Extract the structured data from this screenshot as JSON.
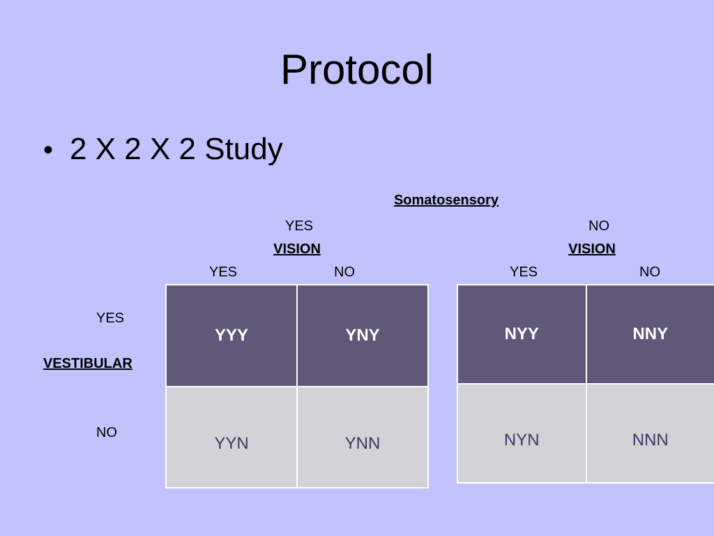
{
  "slide": {
    "title": "Protocol",
    "bullet": "2 X 2 X 2 Study",
    "bullet_symbol": "•"
  },
  "somatosensory": {
    "label": "Somatosensory",
    "yes_label": "YES",
    "no_label": "NO"
  },
  "vision": {
    "label": "VISION",
    "yes_label": "YES",
    "no_label": "NO"
  },
  "vestibular": {
    "label": "VESTIBULAR",
    "yes_label": "YES",
    "no_label": "NO"
  },
  "tables": [
    {
      "cells": [
        "YYY",
        "YNY",
        "YYN",
        "YNN"
      ]
    },
    {
      "cells": [
        "NYY",
        "NNY",
        "NYN",
        "NNN"
      ]
    }
  ],
  "colors": {
    "background": "#c2c2ff",
    "top_row_fill": "#5f5879",
    "bottom_row_fill": "#d2d2d8",
    "grid_line": "#ffffff"
  }
}
